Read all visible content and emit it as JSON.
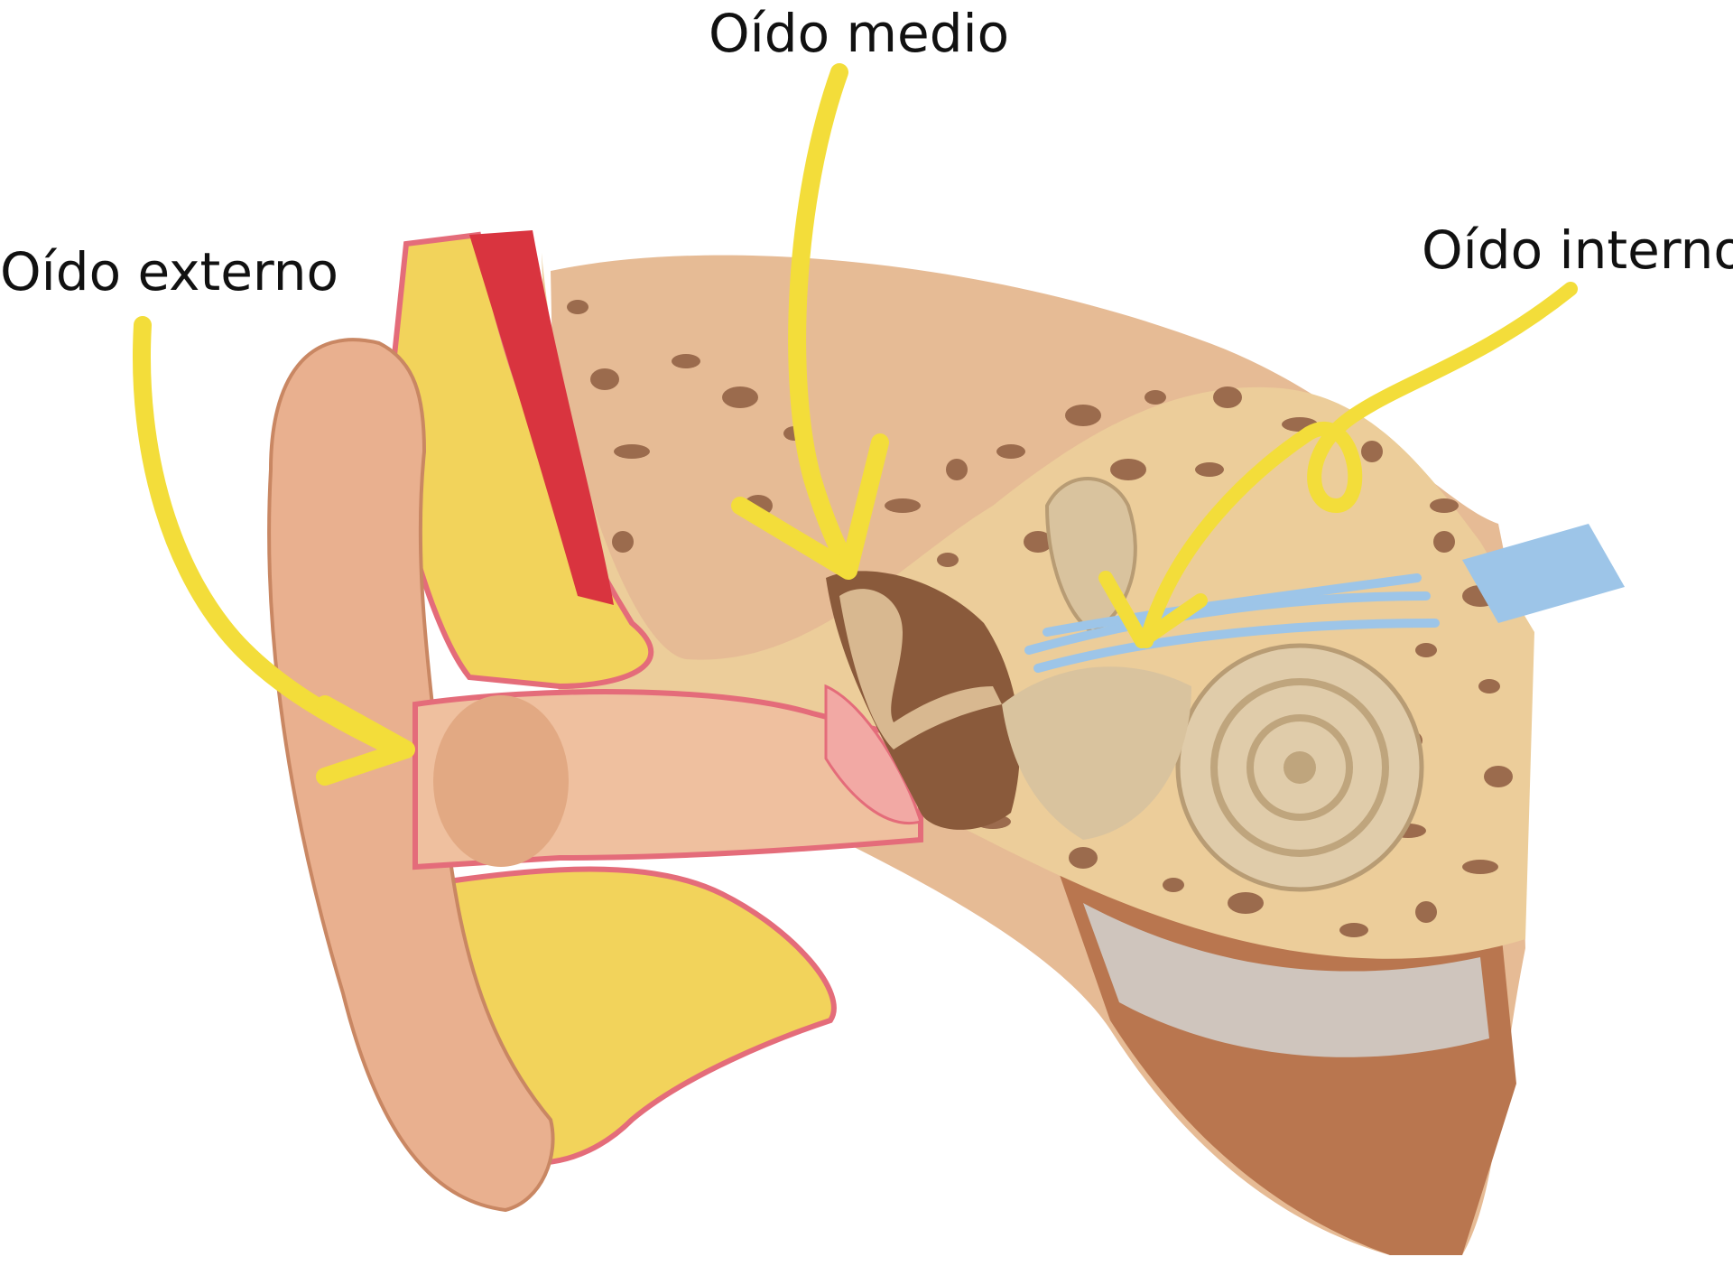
{
  "labels": {
    "outer": "Oído externo",
    "middle": "Oído medio",
    "inner": "Oído interno"
  },
  "colors": {
    "arrow": "#f3dd3a",
    "skin": "#e9b08f",
    "skin_dark": "#c98763",
    "bone": "#eccd9a",
    "bone_holes": "#9b6b4d",
    "fat": "#f2d35b",
    "membrane": "#e46c7a",
    "muscle": "#d9343f",
    "nerve": "#9dc5e8",
    "cochlea": "#e0ccaa",
    "tissue": "#b9764f"
  }
}
